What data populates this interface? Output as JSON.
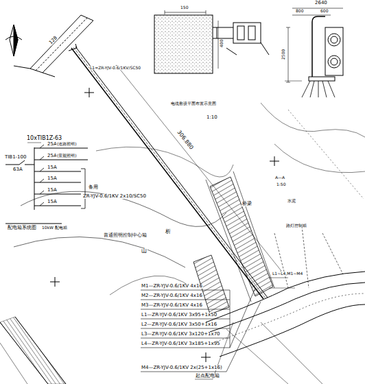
{
  "diagram": {
    "labels": [
      "128",
      "1:10",
      "A—A",
      "1:50",
      "2640",
      "800",
      "600",
      "2500",
      "150",
      "400",
      "10xTIB1Z-63",
      "TIB1-100",
      "63A",
      "25A",
      "25A",
      "15A",
      "15A",
      "15A",
      "15A",
      "(道路照明)",
      "(景观照明)",
      "备用",
      "配电箱系统图",
      "10kW 配电箱",
      "306.880",
      "ZR-YJV-0.6/1KV  2x10/SC50",
      "L1=ZR-YJV-0.6/1KV/SC50",
      "电缆敷设平面布置示意图",
      "普通照明控制中心箱",
      "山",
      "析",
      "桥梁",
      "路灯控制箱",
      "水泥",
      "M1—ZR-YJV-0.6/1KV   4x16",
      "M2—ZR-YJV-0.6/1KV   4x16",
      "M3—ZR-YJV-0.6/1KV   4x16",
      "L1—ZR-YJV-0.6/1KV   3x95+1x50",
      "L2—ZR-YJV-0.6/1KV   3x50+1x16",
      "L3—ZR-YJV-0.6/1KV   3x120+1x70",
      "L4—ZR-YJV-0.6/1KV   3x185+1x95",
      "M4—ZR-YJV-0.6/1KV   2x(25+1x16)",
      "起点配电箱",
      "L1~L4,M1~M4"
    ]
  }
}
